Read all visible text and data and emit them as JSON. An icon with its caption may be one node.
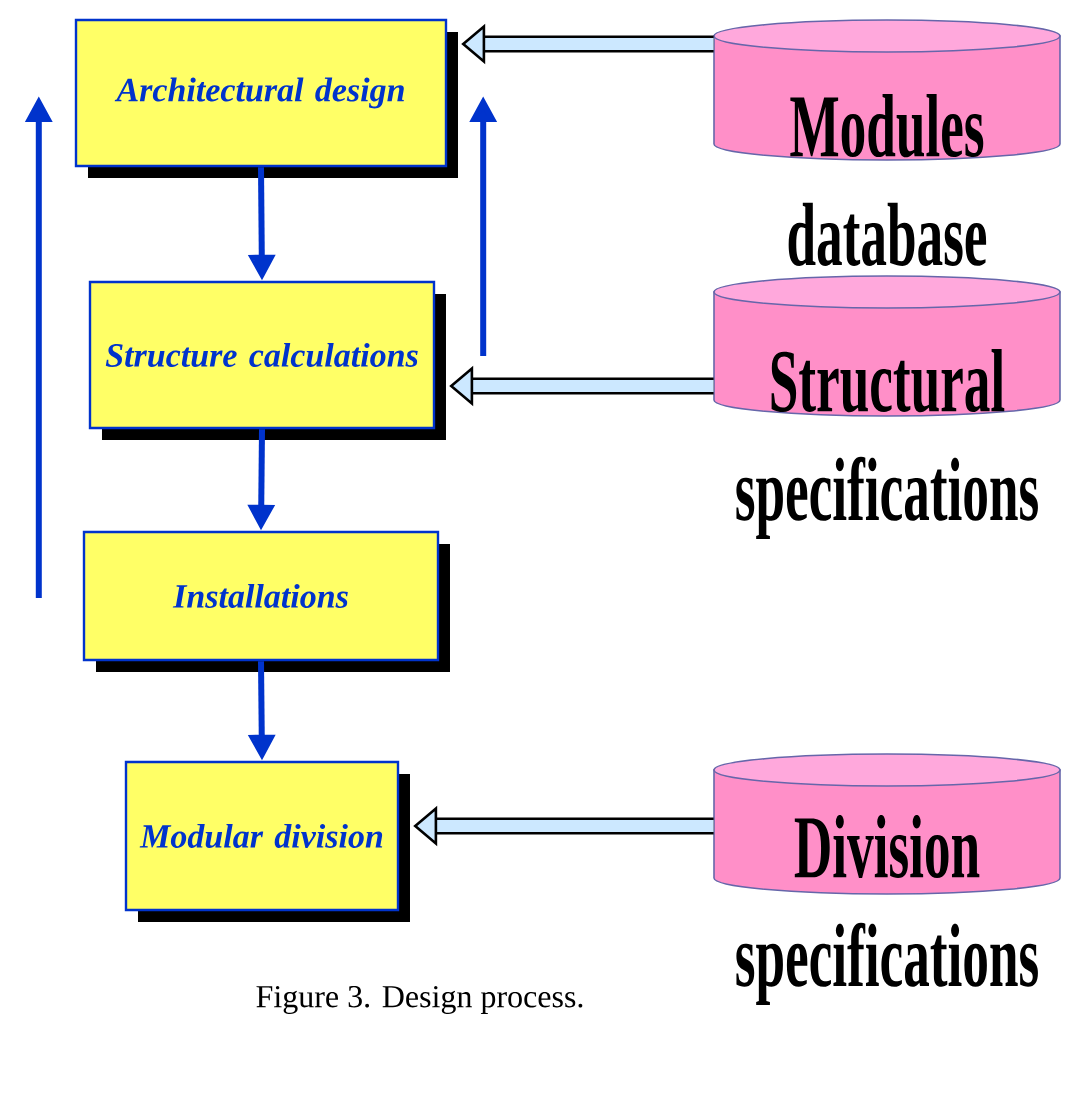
{
  "diagram": {
    "caption": "Figure 3. Design process.",
    "nodes": [
      {
        "text": [
          "Architectural design"
        ]
      },
      {
        "text": [
          "Structure calculations"
        ]
      },
      {
        "text": [
          "Installations"
        ]
      },
      {
        "text": [
          "Modular division"
        ]
      },
      {
        "text": [
          "Modules database"
        ]
      },
      {
        "text": [
          "Structural specifications"
        ]
      },
      {
        "text": [
          "Division specifications"
        ]
      }
    ],
    "edges": [
      {
        "from": 0,
        "to": 1,
        "arrow": "to"
      },
      {
        "from": 1,
        "to": 2,
        "arrow": "to"
      },
      {
        "from": 2,
        "to": 3,
        "arrow": "to"
      },
      {
        "from": 2,
        "to": 0,
        "arrow": "to"
      },
      {
        "from": 1,
        "to": 0,
        "arrow": "to"
      },
      {
        "from": 4,
        "to": 0,
        "arrow": "to",
        "style": "thick",
        "color": "#000000"
      },
      {
        "from": 5,
        "to": 1,
        "arrow": "to",
        "style": "thick",
        "color": "#000000"
      },
      {
        "from": 6,
        "to": 3,
        "arrow": "to",
        "style": "thick",
        "color": "#000000"
      }
    ]
  }
}
